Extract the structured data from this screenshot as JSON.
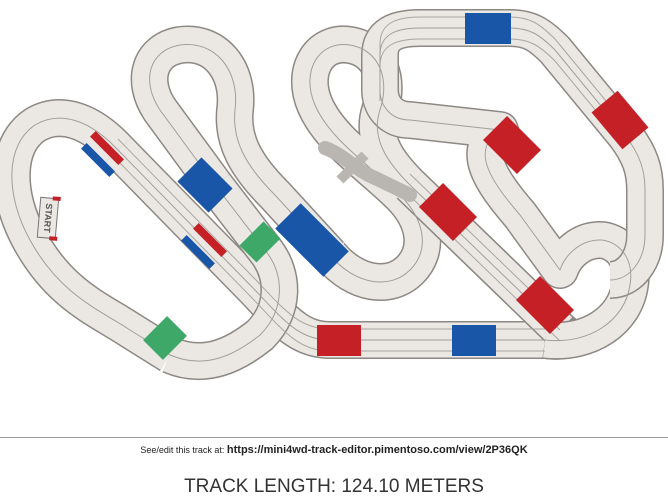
{
  "share": {
    "prefix": "See/edit this track at:",
    "url": "https://mini4wd-track-editor.pimentoso.com/view/2P36QK"
  },
  "track_length": "TRACK LENGTH: 124.10 METERS",
  "start_label": "START",
  "colors": {
    "track_fill": "#ebe8e4",
    "lane_line": "#9e9993",
    "blue": "#1a56a8",
    "red": "#c62027",
    "green": "#3da868",
    "bridge": "#c9c6c2"
  },
  "icons": [
    "start-marker-icon",
    "bridge-crossover-icon"
  ]
}
